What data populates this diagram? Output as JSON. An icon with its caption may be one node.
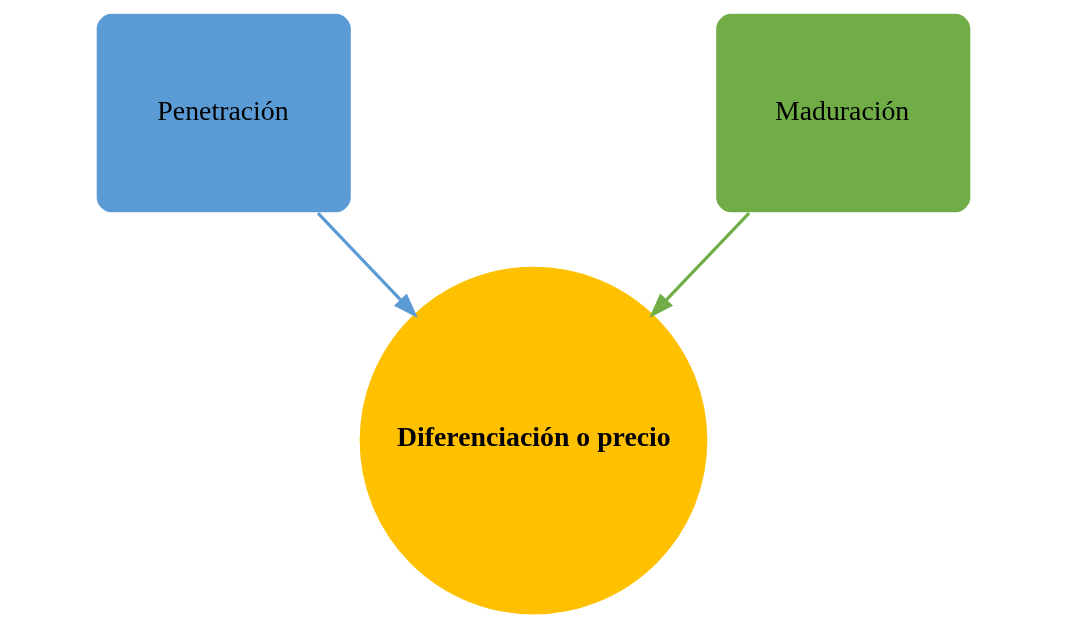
{
  "diagram": {
    "nodes": [
      {
        "text": [
          "Penetración"
        ]
      },
      {
        "text": [
          "Maduración"
        ]
      },
      {
        "text": [
          "Diferenciación o precio"
        ]
      }
    ],
    "edges": [
      {
        "from": 0,
        "to": 2,
        "arrow": "to",
        "color": "#5b9bd5"
      },
      {
        "from": 1,
        "to": 2,
        "arrow": "to",
        "color": "#70ad47"
      }
    ]
  }
}
